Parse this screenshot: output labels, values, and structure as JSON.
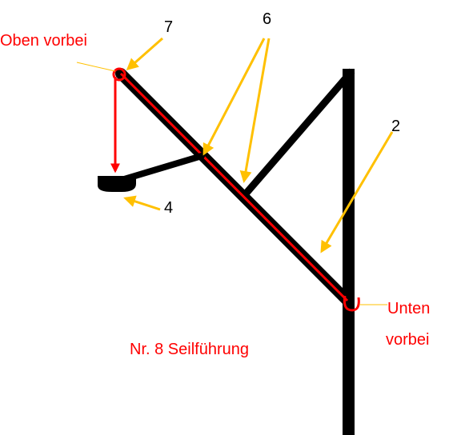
{
  "labels": {
    "oben_vorbei": "Oben vorbei",
    "unten_line1": "Unten",
    "unten_line2": "vorbei",
    "caption": "Nr. 8 Seilführung",
    "num_2": "2",
    "num_4": "4",
    "num_6": "6",
    "num_7": "7"
  },
  "colors": {
    "structure": "#000000",
    "rope": "#ff0000",
    "arrow": "#ffc000",
    "label_red": "#ff0000",
    "label_black": "#000000",
    "background": "#ffffff"
  }
}
